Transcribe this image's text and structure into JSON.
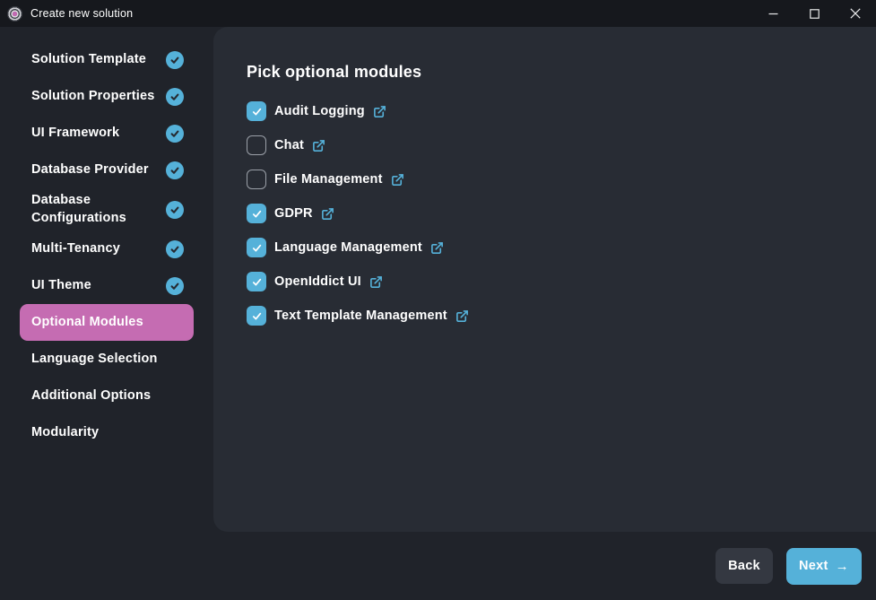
{
  "window": {
    "title": "Create new solution"
  },
  "titlebar_controls": {
    "minimize": "minimize",
    "maximize": "maximize",
    "close": "close"
  },
  "sidebar": {
    "items": [
      {
        "label": "Solution Template",
        "completed": true,
        "active": false
      },
      {
        "label": "Solution Properties",
        "completed": true,
        "active": false
      },
      {
        "label": "UI Framework",
        "completed": true,
        "active": false
      },
      {
        "label": "Database Provider",
        "completed": true,
        "active": false
      },
      {
        "label": "Database Configurations",
        "completed": true,
        "active": false
      },
      {
        "label": "Multi-Tenancy",
        "completed": true,
        "active": false
      },
      {
        "label": "UI Theme",
        "completed": true,
        "active": false
      },
      {
        "label": "Optional Modules",
        "completed": false,
        "active": true
      },
      {
        "label": "Language Selection",
        "completed": false,
        "active": false
      },
      {
        "label": "Additional Options",
        "completed": false,
        "active": false
      },
      {
        "label": "Modularity",
        "completed": false,
        "active": false
      }
    ]
  },
  "main": {
    "heading": "Pick optional modules",
    "modules": [
      {
        "label": "Audit Logging",
        "checked": true
      },
      {
        "label": "Chat",
        "checked": false
      },
      {
        "label": "File Management",
        "checked": false
      },
      {
        "label": "GDPR",
        "checked": true
      },
      {
        "label": "Language Management",
        "checked": true
      },
      {
        "label": "OpenIddict UI",
        "checked": true
      },
      {
        "label": "Text Template Management",
        "checked": true
      }
    ]
  },
  "footer": {
    "back_label": "Back",
    "next_label": "Next",
    "next_arrow": "→"
  },
  "colors": {
    "accent_blue": "#55b1d9",
    "active_pink": "#c56cb2",
    "panel_bg": "#282c34",
    "window_bg": "#20232a",
    "titlebar_bg": "#16181d",
    "back_button_bg": "#343841"
  }
}
